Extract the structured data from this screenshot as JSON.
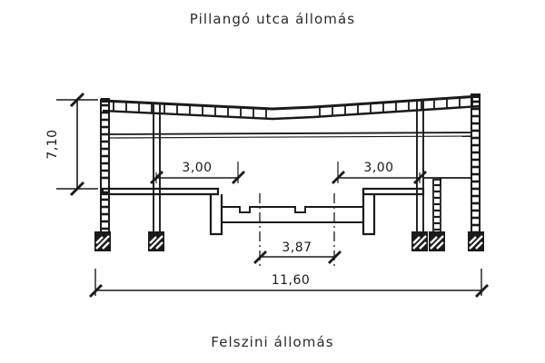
{
  "drawing": {
    "title": "Pillangó utca állomás",
    "caption": "Felszini állomás",
    "type": "architectural-section",
    "ink_color": "#1a1a1a",
    "background_color": "#ffffff"
  },
  "dimensions": {
    "height_left": "7,10",
    "platform_left": "3,00",
    "platform_right": "3,00",
    "track_center": "3,87",
    "overall_width": "11,60"
  },
  "labels": {
    "height_left": "7,10",
    "platform_left": "3,00",
    "platform_right": "3,00",
    "track_center": "3,87",
    "overall_width": "11,60"
  },
  "structure": {
    "roof": "segmented-truss-roof",
    "columns": [
      "left-outer-column",
      "left-inner-column",
      "right-inner-column",
      "right-outer-column"
    ],
    "footings": [
      "footing-left-outer",
      "footing-left-inner",
      "footing-right-inner-a",
      "footing-right-inner-b",
      "footing-right-outer"
    ],
    "slabs": [
      "left-platform-slab",
      "right-platform-slab",
      "track-bed"
    ],
    "tie_beam": "horizontal-tie-beam",
    "centerlines": [
      "track-centerline-left",
      "track-centerline-right"
    ]
  }
}
